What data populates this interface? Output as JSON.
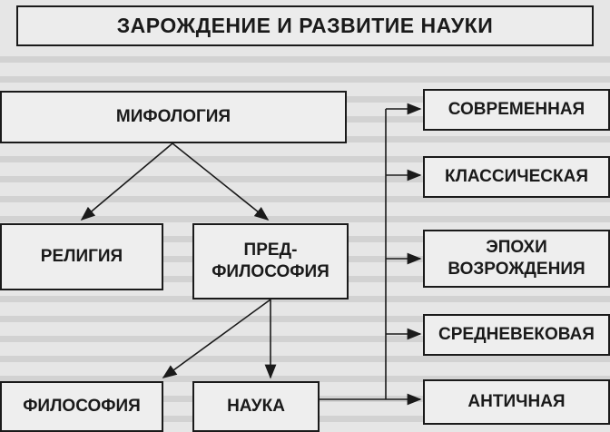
{
  "title": "ЗАРОЖДЕНИЕ И РАЗВИТИЕ НАУКИ",
  "nodes": {
    "mythology": "МИФОЛОГИЯ",
    "religion": "РЕЛИГИЯ",
    "prephilosophy": "ПРЕД-\nФИЛОСОФИЯ",
    "philosophy": "ФИЛОСОФИЯ",
    "science": "НАУКА",
    "modern": "СОВРЕМЕННАЯ",
    "classical": "КЛАССИЧЕСКАЯ",
    "renaissance": "ЭПОХИ\nВОЗРОЖДЕНИЯ",
    "medieval": "СРЕДНЕВЕКОВАЯ",
    "ancient": "АНТИЧНАЯ"
  },
  "colors": {
    "ink": "#1a1a1a",
    "paper": "#eeeeee",
    "background": "#e6e6e6"
  }
}
